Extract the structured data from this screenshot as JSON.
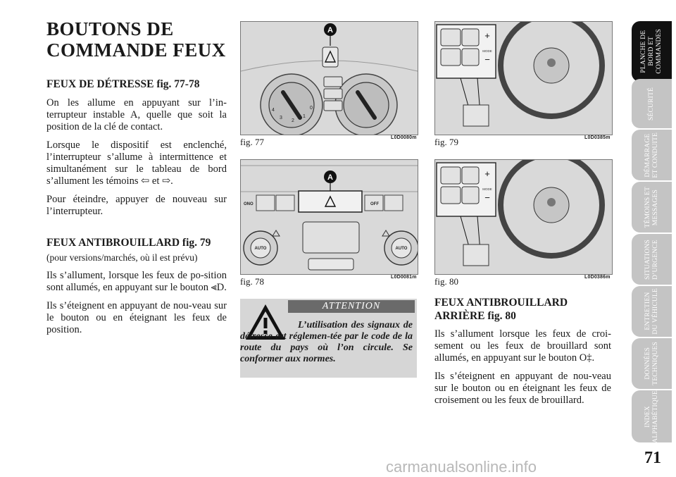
{
  "title_line1": "BOUTONS DE",
  "title_line2": "COMMANDE FEUX",
  "section1": {
    "heading": "FEUX DE DÉTRESSE fig. 77-78",
    "p1": "On les allume en appuyant sur l’in-terrupteur instable A, quelle que soit la position de la clé de contact.",
    "p2": "Lorsque le dispositif est enclenché, l’interrupteur s’allume à intermittence et simultanément sur le tableau de bord s’allument les témoins ⇦ et ⇨.",
    "p3": "Pour éteindre, appuyer de nouveau sur l’interrupteur."
  },
  "section2": {
    "heading": "FEUX ANTIBROUILLARD fig. 79",
    "subheading": "(pour versions/marchés, où il est prévu)",
    "p1": "Ils s’allument, lorsque les feux de po-sition sont allumés, en appuyant sur le bouton ⫷D.",
    "p2": "Ils s’éteignent en appuyant de nou-veau sur le bouton ou en éteignant les feux de position."
  },
  "section3": {
    "heading_line1": "FEUX ANTIBROUILLARD",
    "heading_line2": "ARRIÈRE fig. 80",
    "p1": "Ils s’allument lorsque les feux de croi-sement ou les feux de brouillard sont allumés, en appuyant sur le bouton O‡.",
    "p2": "Ils s’éteignent en appuyant de nou-veau sur le bouton ou en éteignant les feux de croisement ou les feux de brouillard."
  },
  "figures": {
    "fig77": {
      "caption": "fig. 77",
      "code": "L0D0080m",
      "marker": "A",
      "dial_left": [
        "4",
        "3",
        "2",
        "1",
        "0"
      ]
    },
    "fig78": {
      "caption": "fig. 78",
      "code": "L0D0081m",
      "marker": "A",
      "labels": [
        "OFF",
        "AUTO",
        "AUTO",
        "ONO"
      ]
    },
    "fig79": {
      "caption": "fig. 79",
      "code": "L0D0385m",
      "mode": "MODE"
    },
    "fig80": {
      "caption": "fig. 80",
      "code": "L0D0386m",
      "mode": "MODE"
    }
  },
  "warning": {
    "header": "ATTENTION",
    "text": "L’utilisation des signaux de détresse est réglemen-tée par le code de la route du pays où l’on circule. Se conformer aux normes."
  },
  "tabs": [
    {
      "label": "PLANCHE DE\nBORD ET\nCOMMANDES",
      "active": true
    },
    {
      "label": "SÉCURITÉ",
      "active": false
    },
    {
      "label": "DÉMARRAGE\nET CONDUITE",
      "active": false
    },
    {
      "label": "TÉMOINS ET\nMESSAGES",
      "active": false
    },
    {
      "label": "SITUATIONS\nD’URGENCE",
      "active": false
    },
    {
      "label": "ENTRETIEN\nDU VÉHICULE",
      "active": false
    },
    {
      "label": "DONNÉES\nTECHNIQUES",
      "active": false
    },
    {
      "label": "INDEX\nALPHABÉTIQUE",
      "active": false
    }
  ],
  "page_number": "71",
  "watermark": "carmanualsonline.info",
  "colors": {
    "active_tab": "#111111",
    "inactive_tab": "#c4c4c4",
    "warning_bg": "#d6d6d6",
    "warning_header": "#6a6a6a"
  }
}
